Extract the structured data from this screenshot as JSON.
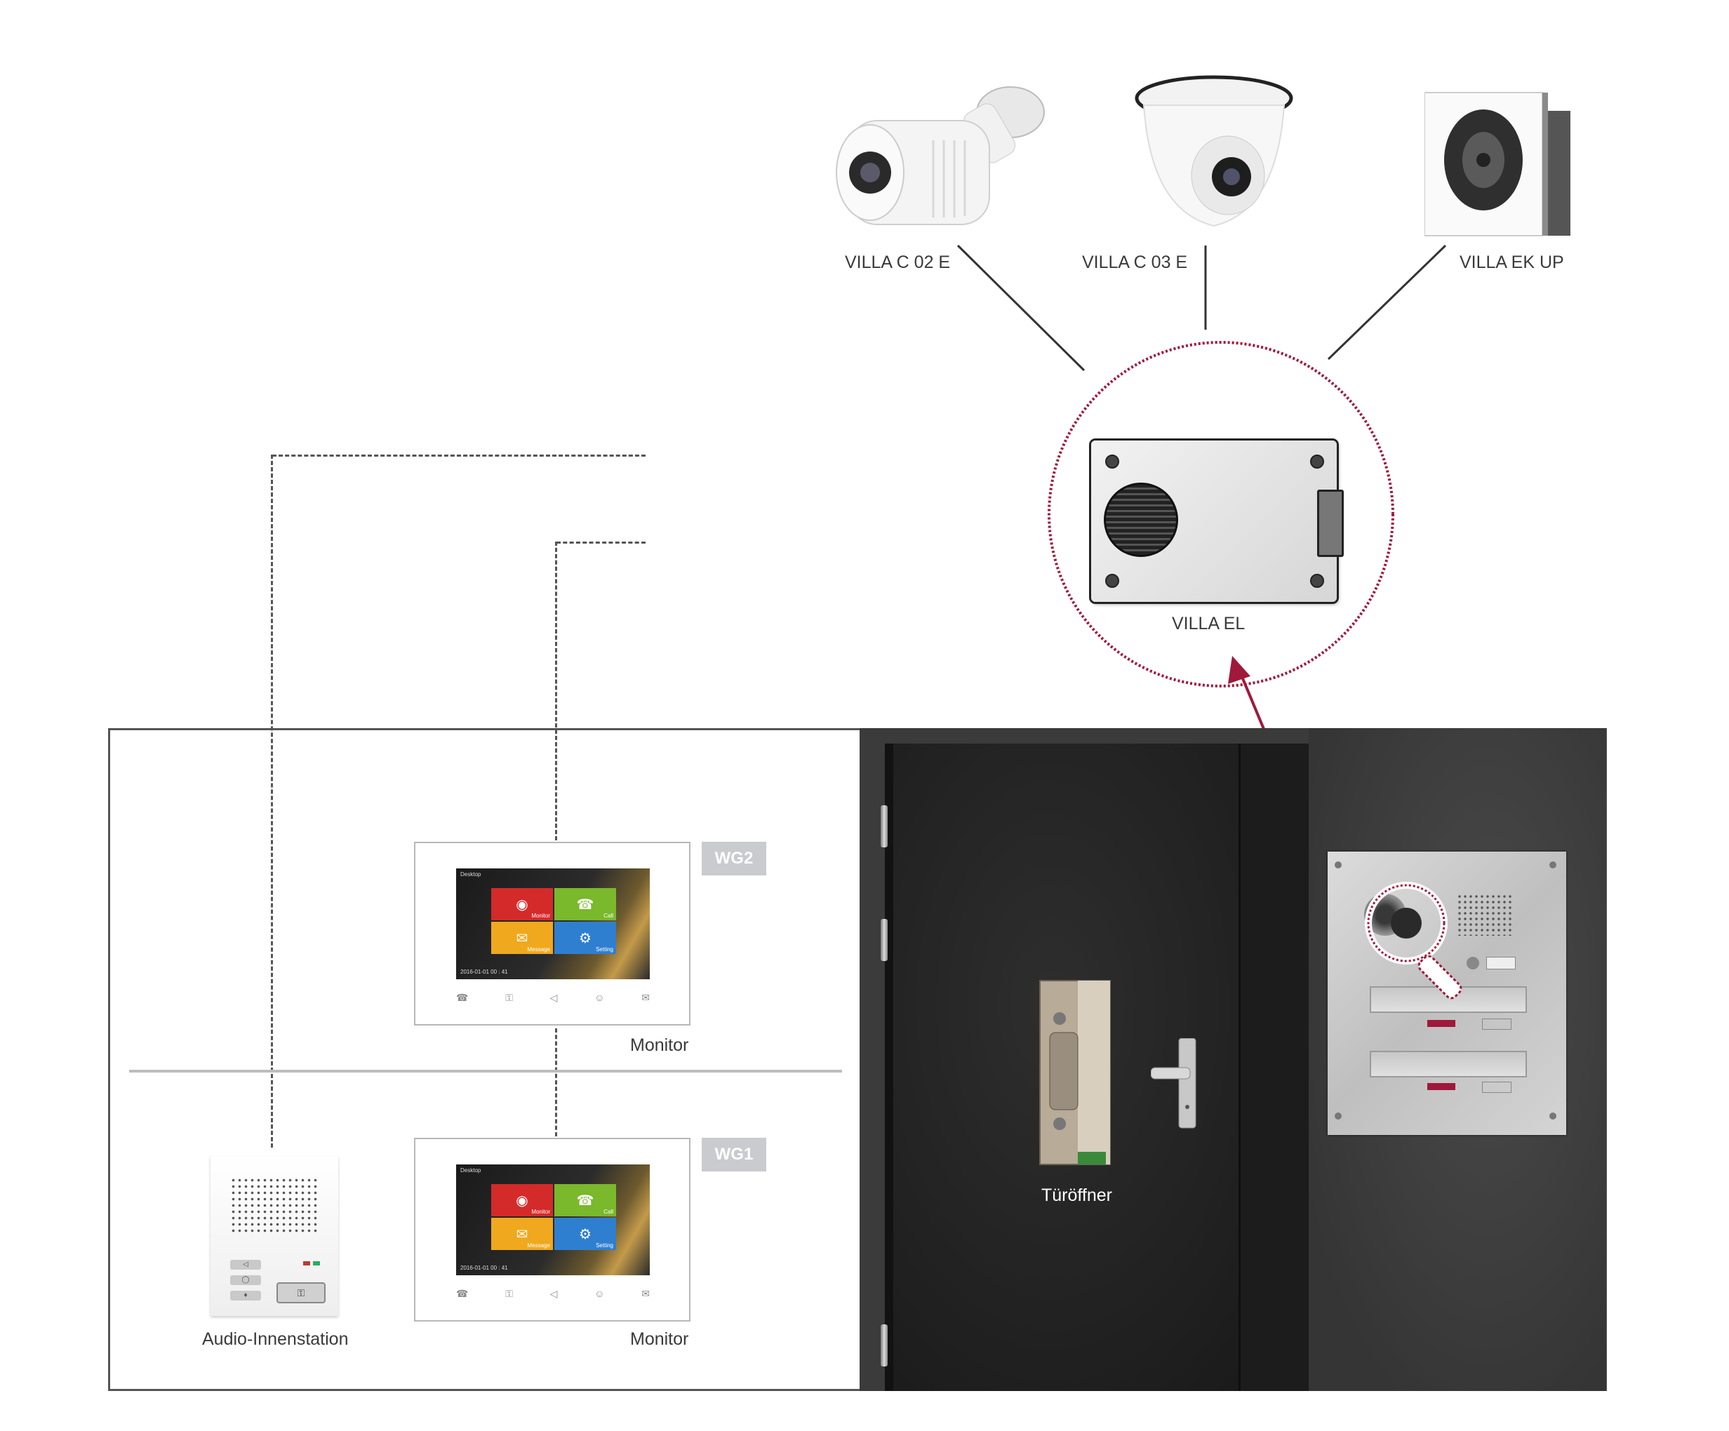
{
  "devices": {
    "cam_bullet": "VILLA C 02 E",
    "cam_dome": "VILLA C 03 E",
    "cam_flush": "VILLA EK UP",
    "electronics": "VILLA EL",
    "door_opener": "Türöffner",
    "audio_station": "Audio-Innenstation",
    "monitor_top": "Monitor",
    "monitor_bottom": "Monitor"
  },
  "units": {
    "wg2": "WG2",
    "wg1": "WG1"
  },
  "monitor_screen": {
    "title": "Desktop",
    "tile_monitor": "Monitor",
    "tile_call": "Call",
    "tile_message": "Message",
    "tile_setting": "Setting",
    "datetime": "2016-01-01  00 : 41"
  },
  "colors": {
    "accent": "#a0183a",
    "tile_red": "#d42a2a",
    "tile_green": "#7ab82c",
    "tile_yellow": "#f0a81e",
    "tile_blue": "#2f7fd0"
  }
}
